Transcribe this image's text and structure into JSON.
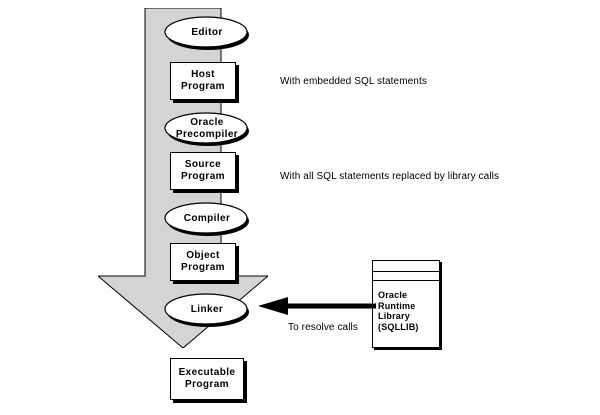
{
  "diagram": {
    "flow": {
      "stages": [
        {
          "id": "editor",
          "type": "process",
          "label": "Editor"
        },
        {
          "id": "host-program",
          "type": "artifact",
          "label": "Host\nProgram"
        },
        {
          "id": "oracle-precompiler",
          "type": "process",
          "label": "Oracle\nPrecompiler"
        },
        {
          "id": "source-program",
          "type": "artifact",
          "label": "Source\nProgram"
        },
        {
          "id": "compiler",
          "type": "process",
          "label": "Compiler"
        },
        {
          "id": "object-program",
          "type": "artifact",
          "label": "Object\nProgram"
        },
        {
          "id": "linker",
          "type": "process",
          "label": "Linker"
        }
      ],
      "output": {
        "id": "executable-program",
        "type": "artifact",
        "label": "Executable\nProgram"
      }
    },
    "annotations": [
      {
        "id": "host-program-note",
        "text": "With embedded SQL statements"
      },
      {
        "id": "source-program-note",
        "text": "With all SQL statements replaced by library calls"
      }
    ],
    "library": {
      "label": "Oracle\nRuntime\nLibrary\n(SQLLIB)"
    },
    "connector": {
      "label": "To resolve calls"
    },
    "colors": {
      "arrow_fill": "#d4d4d4",
      "outline": "#000000",
      "node_fill": "#ffffff",
      "background": "#ffffff"
    }
  }
}
